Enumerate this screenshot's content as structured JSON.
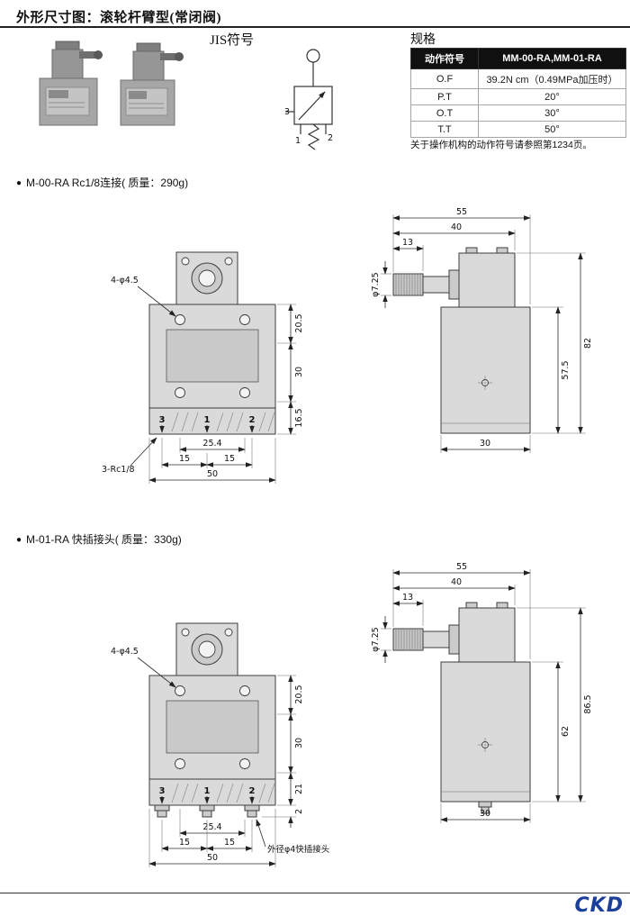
{
  "page": {
    "title": "外形尺寸图：滚轮杆臂型(常闭阀)",
    "brand_logo": "CKD",
    "brand_color": "#1c3f99"
  },
  "jis": {
    "label": "JIS符号",
    "port_3": "3",
    "port_1": "1",
    "port_2": "2"
  },
  "specs": {
    "title": "规格",
    "col_header": "动作符号",
    "model_header": "MM-00-RA,MM-01-RA",
    "rows": [
      {
        "key": "O.F",
        "value": "39.2N cm（0.49MPa加压时）"
      },
      {
        "key": "P.T",
        "value": "20°"
      },
      {
        "key": "O.T",
        "value": "30°"
      },
      {
        "key": "T.T",
        "value": "50°"
      }
    ],
    "note": "关于操作机构的动作符号请参照第1234页。"
  },
  "section1": {
    "bullet": "●",
    "title": "M-00-RA Rc1/8连接( 质量：290g)",
    "front": {
      "hole_callout": "4-φ4.5",
      "thread_callout": "3-Rc1/8",
      "port_3": "3",
      "port_1": "1",
      "port_2": "2",
      "dim_top": "20.5",
      "dim_mid": "30",
      "dim_bottom": "16.5",
      "dim_pitch": "25.4",
      "dim_15a": "15",
      "dim_15b": "15",
      "dim_width": "50"
    },
    "side": {
      "dim_55": "55",
      "dim_40": "40",
      "dim_13": "13",
      "dim_dia": "φ7.25",
      "dim_total_h": "82",
      "dim_body_h": "57.5",
      "dim_depth": "30"
    }
  },
  "section2": {
    "bullet": "●",
    "title": "M-01-RA 快插接头( 质量：330g)",
    "front": {
      "hole_callout": "4-φ4.5",
      "fitting_callout": "外径φ4快插接头",
      "port_3": "3",
      "port_1": "1",
      "port_2": "2",
      "dim_top": "20.5",
      "dim_mid": "30",
      "dim_bottom": "21",
      "dim_tip": "2",
      "dim_pitch": "25.4",
      "dim_15a": "15",
      "dim_15b": "15",
      "dim_width": "50"
    },
    "side": {
      "dim_55": "55",
      "dim_40": "40",
      "dim_13": "13",
      "dim_dia": "φ7.25",
      "dim_total_h": "86.5",
      "dim_body_h": "62",
      "dim_depth": "30"
    }
  }
}
